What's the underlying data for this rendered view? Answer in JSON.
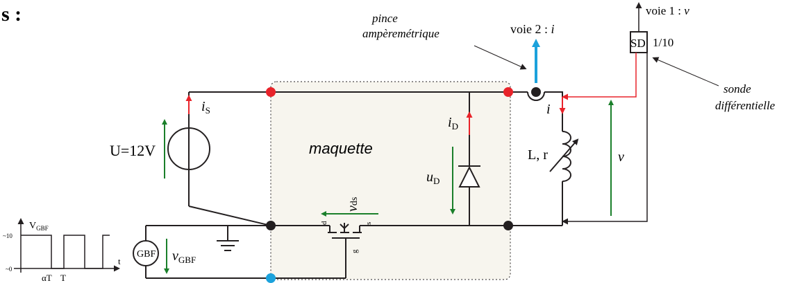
{
  "heading_fragment": "s :",
  "source": {
    "label": "U=12V",
    "current": "i",
    "current_sub": "S"
  },
  "board": {
    "label": "maquette"
  },
  "diode": {
    "current": "i",
    "current_sub": "D",
    "voltage": "u",
    "voltage_sub": "D"
  },
  "transistor": {
    "voltage": "v",
    "voltage_sub": "ds",
    "pin_d": "d",
    "pin_s": "s",
    "pin_g": "g"
  },
  "load": {
    "label": "L, r",
    "current": "i",
    "voltage": "v"
  },
  "generator": {
    "label": "GBF",
    "voltage": "v",
    "voltage_sub": "GBF"
  },
  "waveform": {
    "ylabel": "V",
    "ylabel_sub": "GBF",
    "high": "~10",
    "low": "~0",
    "xlabel": "t",
    "tick_alpha": "αT",
    "tick_T": "T"
  },
  "clamp": {
    "line1": "pince",
    "line2": "ampèremétrique"
  },
  "channel2": {
    "text": "voie 2 : ",
    "var": "i"
  },
  "channel1": {
    "text": "voie 1 : ",
    "var": "v"
  },
  "probe": {
    "box": "SD",
    "ratio": "1/10",
    "line1": "sonde",
    "line2": "différentielle"
  },
  "colors": {
    "wire": "#231f20",
    "node_red": "#e8232a",
    "node_blue": "#1ba2dc",
    "arrow_green": "#1a7f2a",
    "arrow_red": "#e8232a",
    "board_fill": "#f7f5ee"
  }
}
